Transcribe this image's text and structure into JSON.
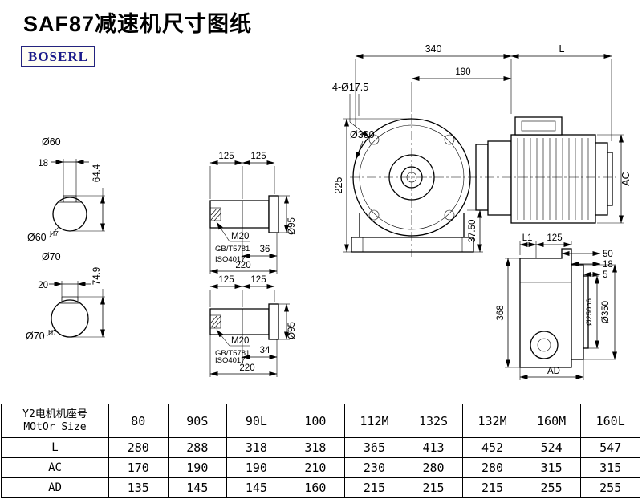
{
  "page": {
    "title": "SAF87减速机尺寸图纸",
    "logo": "BOSERL"
  },
  "drawing": {
    "shaft_end_60": {
      "dia": "Ø60",
      "key_w": "18",
      "height": "64.4",
      "fit": "Ø60",
      "fit_sup": "H7"
    },
    "shaft_end_70": {
      "dia": "Ø70",
      "key_w": "20",
      "height": "74.9",
      "fit": "Ø70",
      "fit_sup": "H7"
    },
    "shaft_top": {
      "seg1": "125",
      "seg2": "125",
      "thread": "M20",
      "std1": "GB/T5781",
      "std2": "ISO4017",
      "len_thread": "36",
      "len_total": "220",
      "dia_flange": "Ø95"
    },
    "shaft_bottom": {
      "seg1": "125",
      "seg2": "125",
      "thread": "M20",
      "std1": "GB/T5781",
      "std2": "ISO4017",
      "len_thread": "34",
      "len_total": "220",
      "dia_flange": "Ø95"
    },
    "front_view": {
      "width": "340",
      "motor_len": "L",
      "center_to_face": "190",
      "holes": "4-Ø17.5",
      "flange_dia": "Ø300",
      "center_height": "225",
      "foot": "37.50",
      "motor_height": "AC"
    },
    "side_view": {
      "l1": "L1",
      "d125": "125",
      "d50": "50",
      "d18": "18",
      "d5": "5",
      "height": "368",
      "spigot": "Ø250h6",
      "flange": "Ø350",
      "width": "AD"
    }
  },
  "table": {
    "header_cn": "Y2电机机座号",
    "header_en": "MOtOr Size",
    "columns": [
      "80",
      "90S",
      "90L",
      "100",
      "112M",
      "132S",
      "132M",
      "160M",
      "160L"
    ],
    "rows": [
      {
        "label": "L",
        "values": [
          "280",
          "288",
          "318",
          "318",
          "365",
          "413",
          "452",
          "524",
          "547"
        ]
      },
      {
        "label": "AC",
        "values": [
          "170",
          "190",
          "190",
          "210",
          "230",
          "280",
          "280",
          "315",
          "315"
        ]
      },
      {
        "label": "AD",
        "values": [
          "135",
          "145",
          "145",
          "160",
          "215",
          "215",
          "215",
          "255",
          "255"
        ]
      }
    ]
  }
}
